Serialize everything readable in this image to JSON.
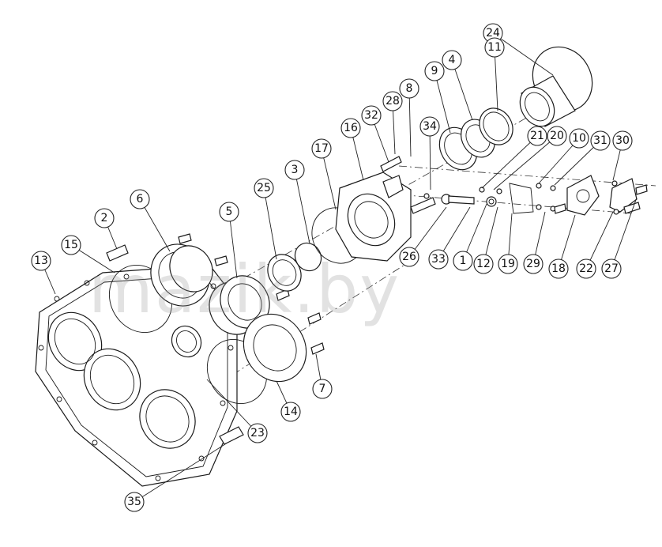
{
  "diagram": {
    "watermark": "mazik.by",
    "callouts": [
      {
        "label": "24"
      },
      {
        "label": "11"
      },
      {
        "label": "4"
      },
      {
        "label": "9"
      },
      {
        "label": "8"
      },
      {
        "label": "28"
      },
      {
        "label": "32"
      },
      {
        "label": "34"
      },
      {
        "label": "16"
      },
      {
        "label": "17"
      },
      {
        "label": "3"
      },
      {
        "label": "25"
      },
      {
        "label": "21"
      },
      {
        "label": "20"
      },
      {
        "label": "10"
      },
      {
        "label": "31"
      },
      {
        "label": "30"
      },
      {
        "label": "6"
      },
      {
        "label": "2"
      },
      {
        "label": "15"
      },
      {
        "label": "13"
      },
      {
        "label": "5"
      },
      {
        "label": "26"
      },
      {
        "label": "33"
      },
      {
        "label": "1"
      },
      {
        "label": "12"
      },
      {
        "label": "19"
      },
      {
        "label": "29"
      },
      {
        "label": "18"
      },
      {
        "label": "22"
      },
      {
        "label": "27"
      },
      {
        "label": "7"
      },
      {
        "label": "14"
      },
      {
        "label": "23"
      },
      {
        "label": "35"
      }
    ]
  }
}
